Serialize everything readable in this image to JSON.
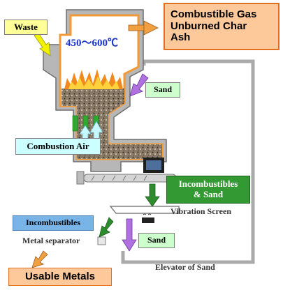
{
  "labels": {
    "waste": "Waste",
    "temperature": "450〜600℃",
    "products": "Combustible Gas\nUnburned Char\nAsh",
    "sand_in": "Sand",
    "combustion_air": "Combustion Air",
    "incombustibles_sand": "Incombustibles\n& Sand",
    "vibration_screen": "Vibration Screen",
    "incombustibles": "Incombustibles",
    "metal_separator": "Metal separator",
    "sand_out": "Sand",
    "usable_metals": "Usable Metals",
    "elevator": "Elevator of Sand"
  },
  "colors": {
    "wall": "#b7b7b7",
    "wall_edge": "#6f6f6f",
    "refractory_lining": "#f29a36",
    "bed": "#8a7a68",
    "products_box": "#fdc89a",
    "products_border": "#e0701f",
    "waste_box": "#ffff99",
    "sand_box": "#ccffcc",
    "air_box": "#ccffff",
    "incombustibles_box": "#78b4e8",
    "incomb_sand_box": "#339933",
    "usable_metals_box": "#fdc89a",
    "arrow_orange": "#f0a040",
    "arrow_purple": "#b070e0",
    "arrow_green": "#2e8b2e",
    "arrow_yellow": "#f2f200",
    "arrow_air": "#c8f8ff",
    "temperature_text": "#1a33cc"
  }
}
